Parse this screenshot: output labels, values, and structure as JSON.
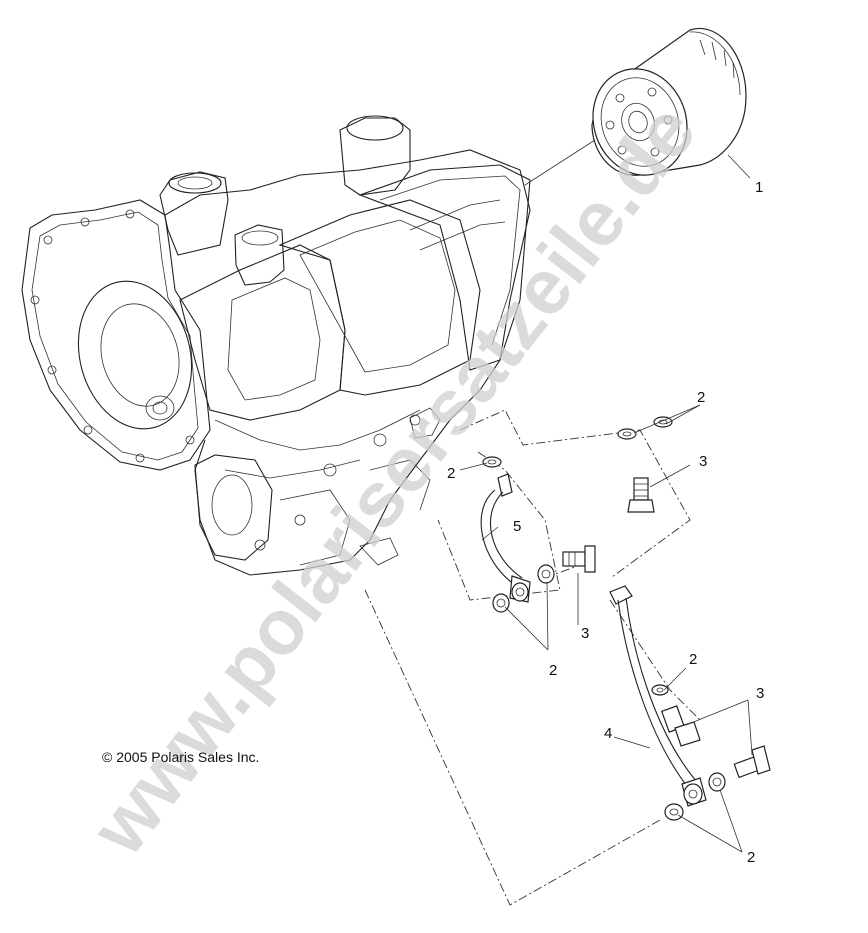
{
  "callouts": {
    "c1": "1",
    "c2a": "2",
    "c2b": "2",
    "c2c": "2",
    "c2d": "2",
    "c2e": "2",
    "c3a": "3",
    "c3b": "3",
    "c3c": "3",
    "c4": "4",
    "c5": "5"
  },
  "copyright": "© 2005 Polaris Sales Inc.",
  "watermark": "www.polarisersatzeile.de"
}
